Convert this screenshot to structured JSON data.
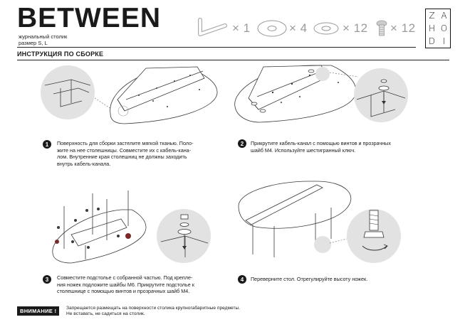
{
  "header": {
    "brand": "BETWEEN",
    "subtitle_line1": "журнальный столик",
    "subtitle_line2": "размер S, L",
    "section_title": "ИНСТРУКЦИЯ ПО СБОРКЕ",
    "logo_letters": [
      "Z",
      "A",
      "H",
      "O",
      "D",
      "I"
    ]
  },
  "parts": [
    {
      "icon": "hex-key-icon",
      "qty": "× 1"
    },
    {
      "icon": "large-washer-icon",
      "qty": "× 4"
    },
    {
      "icon": "small-washer-icon",
      "qty": "× 12"
    },
    {
      "icon": "screw-icon",
      "qty": "× 12"
    }
  ],
  "steps": [
    {
      "number": "1",
      "text_lines": [
        "Поверхность для сборки застелите мягкой тканью. Поло-",
        "жите на нее столешницы. Совместите их с кабель-кана-",
        "лом. Внутренние края столешниц не должны заходить",
        "внутрь кабель-канала."
      ]
    },
    {
      "number": "2",
      "text_lines": [
        "Прикрутите кабель-канал с помощью винтов и прозрачных",
        "шайб М4. Используйте шестигранный ключ."
      ]
    },
    {
      "number": "3",
      "text_lines": [
        "Совместите подстолье с собранной частью. Под крепле-",
        "ния ножек подложите шайбы М6. Прикрутите подстолье к",
        "столешнице с помощью винтов и прозрачных шайб М4."
      ]
    },
    {
      "number": "4",
      "text_lines": [
        "Переверните стол. Отрегулируйте высоту ножек."
      ]
    }
  ],
  "warning": {
    "badge": "ВНИМАНИЕ !",
    "line1": "Запрещается размещать на поверхности столика крупногабаритные предметы.",
    "line2": "Не вставать, не садиться на столик."
  }
}
